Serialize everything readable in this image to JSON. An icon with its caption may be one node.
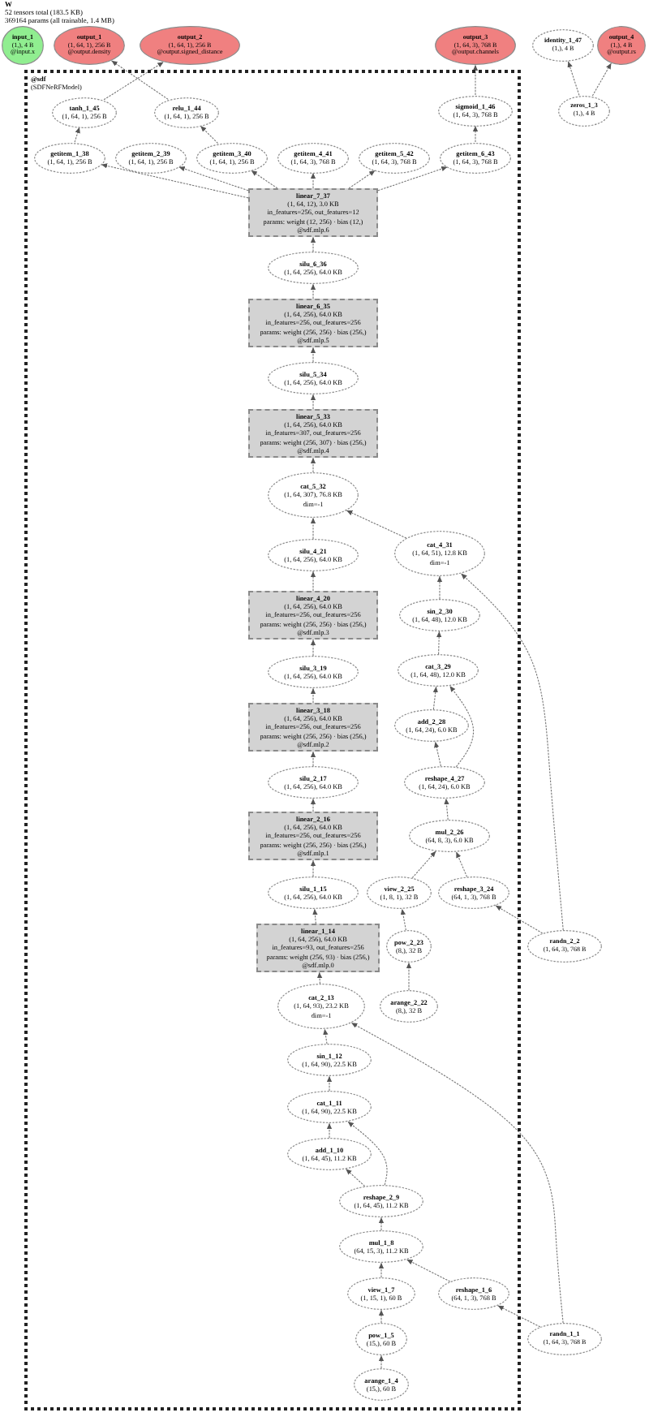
{
  "diagram": {
    "title": "W",
    "nodes": [
      {
        "text": [
          "input_1",
          "(1,), 4 B",
          "@input.x"
        ]
      },
      {
        "text": [
          "output_1",
          "(1, 64, 1), 256 B",
          "@output.density"
        ]
      },
      {
        "text": [
          "output_2",
          "(1, 64, 1), 256 B",
          "@output.signed_distance"
        ]
      },
      {
        "text": [
          "output_3",
          "(1, 64, 3), 768 B",
          "@output.channels"
        ]
      },
      {
        "text": [
          "identity_1_47",
          "(1,), 4 B"
        ]
      },
      {
        "text": [
          "output_4",
          "(1,), 4 B",
          "@output.rs"
        ]
      },
      {
        "text": [
          "@sdf",
          "(SDFNeRFModel)"
        ]
      },
      {
        "text": [
          "tanh_1_45",
          "(1, 64, 1), 256 B"
        ],
        "in": 6
      },
      {
        "text": [
          "relu_1_44",
          "(1, 64, 1), 256 B"
        ],
        "in": 6
      },
      {
        "text": [
          "sigmoid_1_46",
          "(1, 64, 3), 768 B"
        ],
        "in": 6
      },
      {
        "text": [
          "zeros_1_3",
          "(1,), 4 B"
        ]
      },
      {
        "text": [
          "getitem_1_38",
          "(1, 64, 1), 256 B"
        ],
        "in": 6
      },
      {
        "text": [
          "getitem_2_39",
          "(1, 64, 1), 256 B"
        ],
        "in": 6
      },
      {
        "text": [
          "getitem_3_40",
          "(1, 64, 1), 256 B"
        ],
        "in": 6
      },
      {
        "text": [
          "getitem_4_41",
          "(1, 64, 3), 768 B"
        ],
        "in": 6
      },
      {
        "text": [
          "getitem_5_42",
          "(1, 64, 3), 768 B"
        ],
        "in": 6
      },
      {
        "text": [
          "getitem_6_43",
          "(1, 64, 3), 768 B"
        ],
        "in": 6
      },
      {
        "text": [
          "linear_7_37",
          "(1, 64, 12), 3.0 KB",
          "in_features=256, out_features=12",
          "params: weight (12, 256) · bias (12,)",
          "@sdf.mlp.6"
        ],
        "in": 6
      },
      {
        "text": [
          "silu_6_36",
          "(1, 64, 256), 64.0 KB"
        ],
        "in": 6
      },
      {
        "text": [
          "linear_6_35",
          "(1, 64, 256), 64.0 KB",
          "in_features=256, out_features=256",
          "params: weight (256, 256) · bias (256,)",
          "@sdf.mlp.5"
        ],
        "in": 6
      },
      {
        "text": [
          "silu_5_34",
          "(1, 64, 256), 64.0 KB"
        ],
        "in": 6
      },
      {
        "text": [
          "linear_5_33",
          "(1, 64, 256), 64.0 KB",
          "in_features=307, out_features=256",
          "params: weight (256, 307) · bias (256,)",
          "@sdf.mlp.4"
        ],
        "in": 6
      },
      {
        "text": [
          "cat_5_32",
          "(1, 64, 307), 76.8 KB",
          "dim=-1"
        ],
        "in": 6
      },
      {
        "text": [
          "silu_4_21",
          "(1, 64, 256), 64.0 KB"
        ],
        "in": 6
      },
      {
        "text": [
          "cat_4_31",
          "(1, 64, 51), 12.8 KB",
          "dim=-1"
        ],
        "in": 6
      },
      {
        "text": [
          "linear_4_20",
          "(1, 64, 256), 64.0 KB",
          "in_features=256, out_features=256",
          "params: weight (256, 256) · bias (256,)",
          "@sdf.mlp.3"
        ],
        "in": 6
      },
      {
        "text": [
          "sin_2_30",
          "(1, 64, 48), 12.0 KB"
        ],
        "in": 6
      },
      {
        "text": [
          "silu_3_19",
          "(1, 64, 256), 64.0 KB"
        ],
        "in": 6
      },
      {
        "text": [
          "cat_3_29",
          "(1, 64, 48), 12.0 KB"
        ],
        "in": 6
      },
      {
        "text": [
          "linear_3_18",
          "(1, 64, 256), 64.0 KB",
          "in_features=256, out_features=256",
          "params: weight (256, 256) · bias (256,)",
          "@sdf.mlp.2"
        ],
        "in": 6
      },
      {
        "text": [
          "add_2_28",
          "(1, 64, 24), 6.0 KB"
        ],
        "in": 6
      },
      {
        "text": [
          "silu_2_17",
          "(1, 64, 256), 64.0 KB"
        ],
        "in": 6
      },
      {
        "text": [
          "reshape_4_27",
          "(1, 64, 24), 6.0 KB"
        ],
        "in": 6
      },
      {
        "text": [
          "linear_2_16",
          "(1, 64, 256), 64.0 KB",
          "in_features=256, out_features=256",
          "params: weight (256, 256) · bias (256,)",
          "@sdf.mlp.1"
        ],
        "in": 6
      },
      {
        "text": [
          "mul_2_26",
          "(64, 8, 3), 6.0 KB"
        ],
        "in": 6
      },
      {
        "text": [
          "silu_1_15",
          "(1, 64, 256), 64.0 KB"
        ],
        "in": 6
      },
      {
        "text": [
          "view_2_25",
          "(1, 8, 1), 32 B"
        ],
        "in": 6
      },
      {
        "text": [
          "reshape_3_24",
          "(64, 1, 3), 768 B"
        ],
        "in": 6
      },
      {
        "text": [
          "linear_1_14",
          "(1, 64, 256), 64.0 KB",
          "in_features=93, out_features=256",
          "params: weight (256, 93) · bias (256,)",
          "@sdf.mlp.0"
        ],
        "in": 6
      },
      {
        "text": [
          "pow_2_23",
          "(8,), 32 B"
        ],
        "in": 6
      },
      {
        "text": [
          "randn_2_2",
          "(1, 64, 3), 768 B"
        ]
      },
      {
        "text": [
          "cat_2_13",
          "(1, 64, 93), 23.2 KB",
          "dim=-1"
        ],
        "in": 6
      },
      {
        "text": [
          "arange_2_22",
          "(8,), 32 B"
        ],
        "in": 6
      },
      {
        "text": [
          "sin_1_12",
          "(1, 64, 90), 22.5 KB"
        ],
        "in": 6
      },
      {
        "text": [
          "cat_1_11",
          "(1, 64, 90), 22.5 KB"
        ],
        "in": 6
      },
      {
        "text": [
          "add_1_10",
          "(1, 64, 45), 11.2 KB"
        ],
        "in": 6
      },
      {
        "text": [
          "reshape_2_9",
          "(1, 64, 45), 11.2 KB"
        ],
        "in": 6
      },
      {
        "text": [
          "mul_1_8",
          "(64, 15, 3), 11.2 KB"
        ],
        "in": 6
      },
      {
        "text": [
          "view_1_7",
          "(1, 15, 1), 60 B"
        ],
        "in": 6
      },
      {
        "text": [
          "reshape_1_6",
          "(64, 1, 3), 768 B"
        ],
        "in": 6
      },
      {
        "text": [
          "pow_1_5",
          "(15,), 60 B"
        ],
        "in": 6
      },
      {
        "text": [
          "randn_1_1",
          "(1, 64, 3), 768 B"
        ]
      },
      {
        "text": [
          "arange_1_4",
          "(15,), 60 B"
        ],
        "in": 6
      }
    ],
    "edges": [
      {
        "from": 52,
        "to": 50,
        "arrow": "to"
      },
      {
        "from": 50,
        "to": 48,
        "arrow": "to"
      },
      {
        "from": 51,
        "to": 49,
        "arrow": "to"
      },
      {
        "from": 48,
        "to": 47,
        "arrow": "to"
      },
      {
        "from": 49,
        "to": 47,
        "arrow": "to"
      },
      {
        "from": 51,
        "to": 41,
        "arrow": "to"
      },
      {
        "from": 47,
        "to": 46,
        "arrow": "to"
      },
      {
        "from": 46,
        "to": 45,
        "arrow": "to"
      },
      {
        "from": 46,
        "to": 44,
        "arrow": "to"
      },
      {
        "from": 45,
        "to": 44,
        "arrow": "to"
      },
      {
        "from": 44,
        "to": 43,
        "arrow": "to"
      },
      {
        "from": 43,
        "to": 41,
        "arrow": "to"
      },
      {
        "from": 41,
        "to": 38,
        "arrow": "to"
      },
      {
        "from": 38,
        "to": 35,
        "arrow": "to"
      },
      {
        "from": 35,
        "to": 33,
        "arrow": "to"
      },
      {
        "from": 33,
        "to": 31,
        "arrow": "to"
      },
      {
        "from": 31,
        "to": 29,
        "arrow": "to"
      },
      {
        "from": 29,
        "to": 27,
        "arrow": "to"
      },
      {
        "from": 27,
        "to": 25,
        "arrow": "to"
      },
      {
        "from": 25,
        "to": 23,
        "arrow": "to"
      },
      {
        "from": 23,
        "to": 22,
        "arrow": "to"
      },
      {
        "from": 42,
        "to": 39,
        "arrow": "to"
      },
      {
        "from": 39,
        "to": 36,
        "arrow": "to"
      },
      {
        "from": 40,
        "to": 37,
        "arrow": "to"
      },
      {
        "from": 40,
        "to": 24,
        "arrow": "to"
      },
      {
        "from": 36,
        "to": 34,
        "arrow": "to"
      },
      {
        "from": 37,
        "to": 34,
        "arrow": "to"
      },
      {
        "from": 34,
        "to": 32,
        "arrow": "to"
      },
      {
        "from": 32,
        "to": 30,
        "arrow": "to"
      },
      {
        "from": 32,
        "to": 28,
        "arrow": "to"
      },
      {
        "from": 30,
        "to": 28,
        "arrow": "to"
      },
      {
        "from": 28,
        "to": 26,
        "arrow": "to"
      },
      {
        "from": 26,
        "to": 24,
        "arrow": "to"
      },
      {
        "from": 24,
        "to": 22,
        "arrow": "to"
      },
      {
        "from": 22,
        "to": 21,
        "arrow": "to"
      },
      {
        "from": 21,
        "to": 20,
        "arrow": "to"
      },
      {
        "from": 20,
        "to": 19,
        "arrow": "to"
      },
      {
        "from": 19,
        "to": 18,
        "arrow": "to"
      },
      {
        "from": 18,
        "to": 17,
        "arrow": "to"
      },
      {
        "from": 17,
        "to": 11,
        "arrow": "to"
      },
      {
        "from": 17,
        "to": 12,
        "arrow": "to"
      },
      {
        "from": 17,
        "to": 13,
        "arrow": "to"
      },
      {
        "from": 17,
        "to": 14,
        "arrow": "to"
      },
      {
        "from": 17,
        "to": 15,
        "arrow": "to"
      },
      {
        "from": 17,
        "to": 16,
        "arrow": "to"
      },
      {
        "from": 11,
        "to": 7,
        "arrow": "to"
      },
      {
        "from": 13,
        "to": 8,
        "arrow": "to"
      },
      {
        "from": 16,
        "to": 9,
        "arrow": "to"
      },
      {
        "from": 7,
        "to": 2,
        "arrow": "to"
      },
      {
        "from": 8,
        "to": 1,
        "arrow": "to"
      },
      {
        "from": 9,
        "to": 3,
        "arrow": "to"
      },
      {
        "from": 10,
        "to": 4,
        "arrow": "to"
      },
      {
        "from": 10,
        "to": 5,
        "arrow": "to"
      }
    ],
    "labels": [
      "52 tensors total (183.5 KB)",
      "369164 params (all trainable, 1.4 MB)"
    ]
  }
}
